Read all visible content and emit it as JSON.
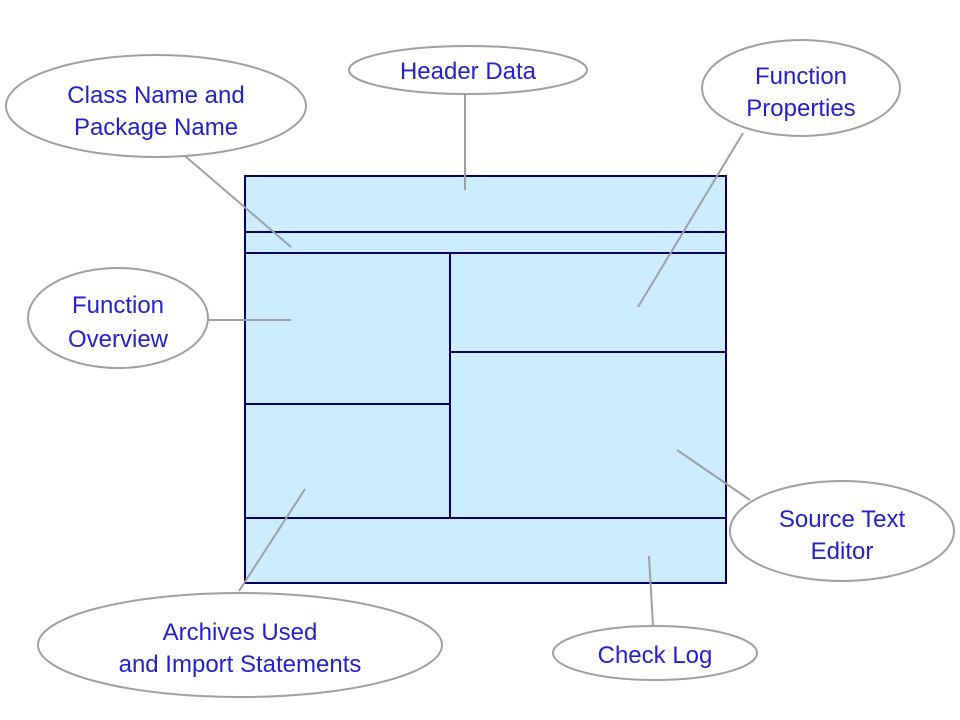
{
  "diagram": {
    "labels": {
      "class_package": {
        "line1": "Class Name and",
        "line2": "Package Name"
      },
      "header_data": {
        "line1": "Header Data"
      },
      "function_properties": {
        "line1": "Function",
        "line2": "Properties"
      },
      "function_overview": {
        "line1": "Function",
        "line2": "Overview"
      },
      "source_text_editor": {
        "line1": "Source Text",
        "line2": "Editor"
      },
      "archives_imports": {
        "line1": "Archives Used",
        "line2": "and Import Statements"
      },
      "check_log": {
        "line1": "Check Log"
      }
    },
    "colors": {
      "panel_fill": "#CCECFF",
      "panel_border": "#000066",
      "callout_fill": "#FFFFFF",
      "callout_border": "#A0A0A0",
      "connector": "#A0A0A0",
      "label_text": "#2222CC"
    }
  }
}
